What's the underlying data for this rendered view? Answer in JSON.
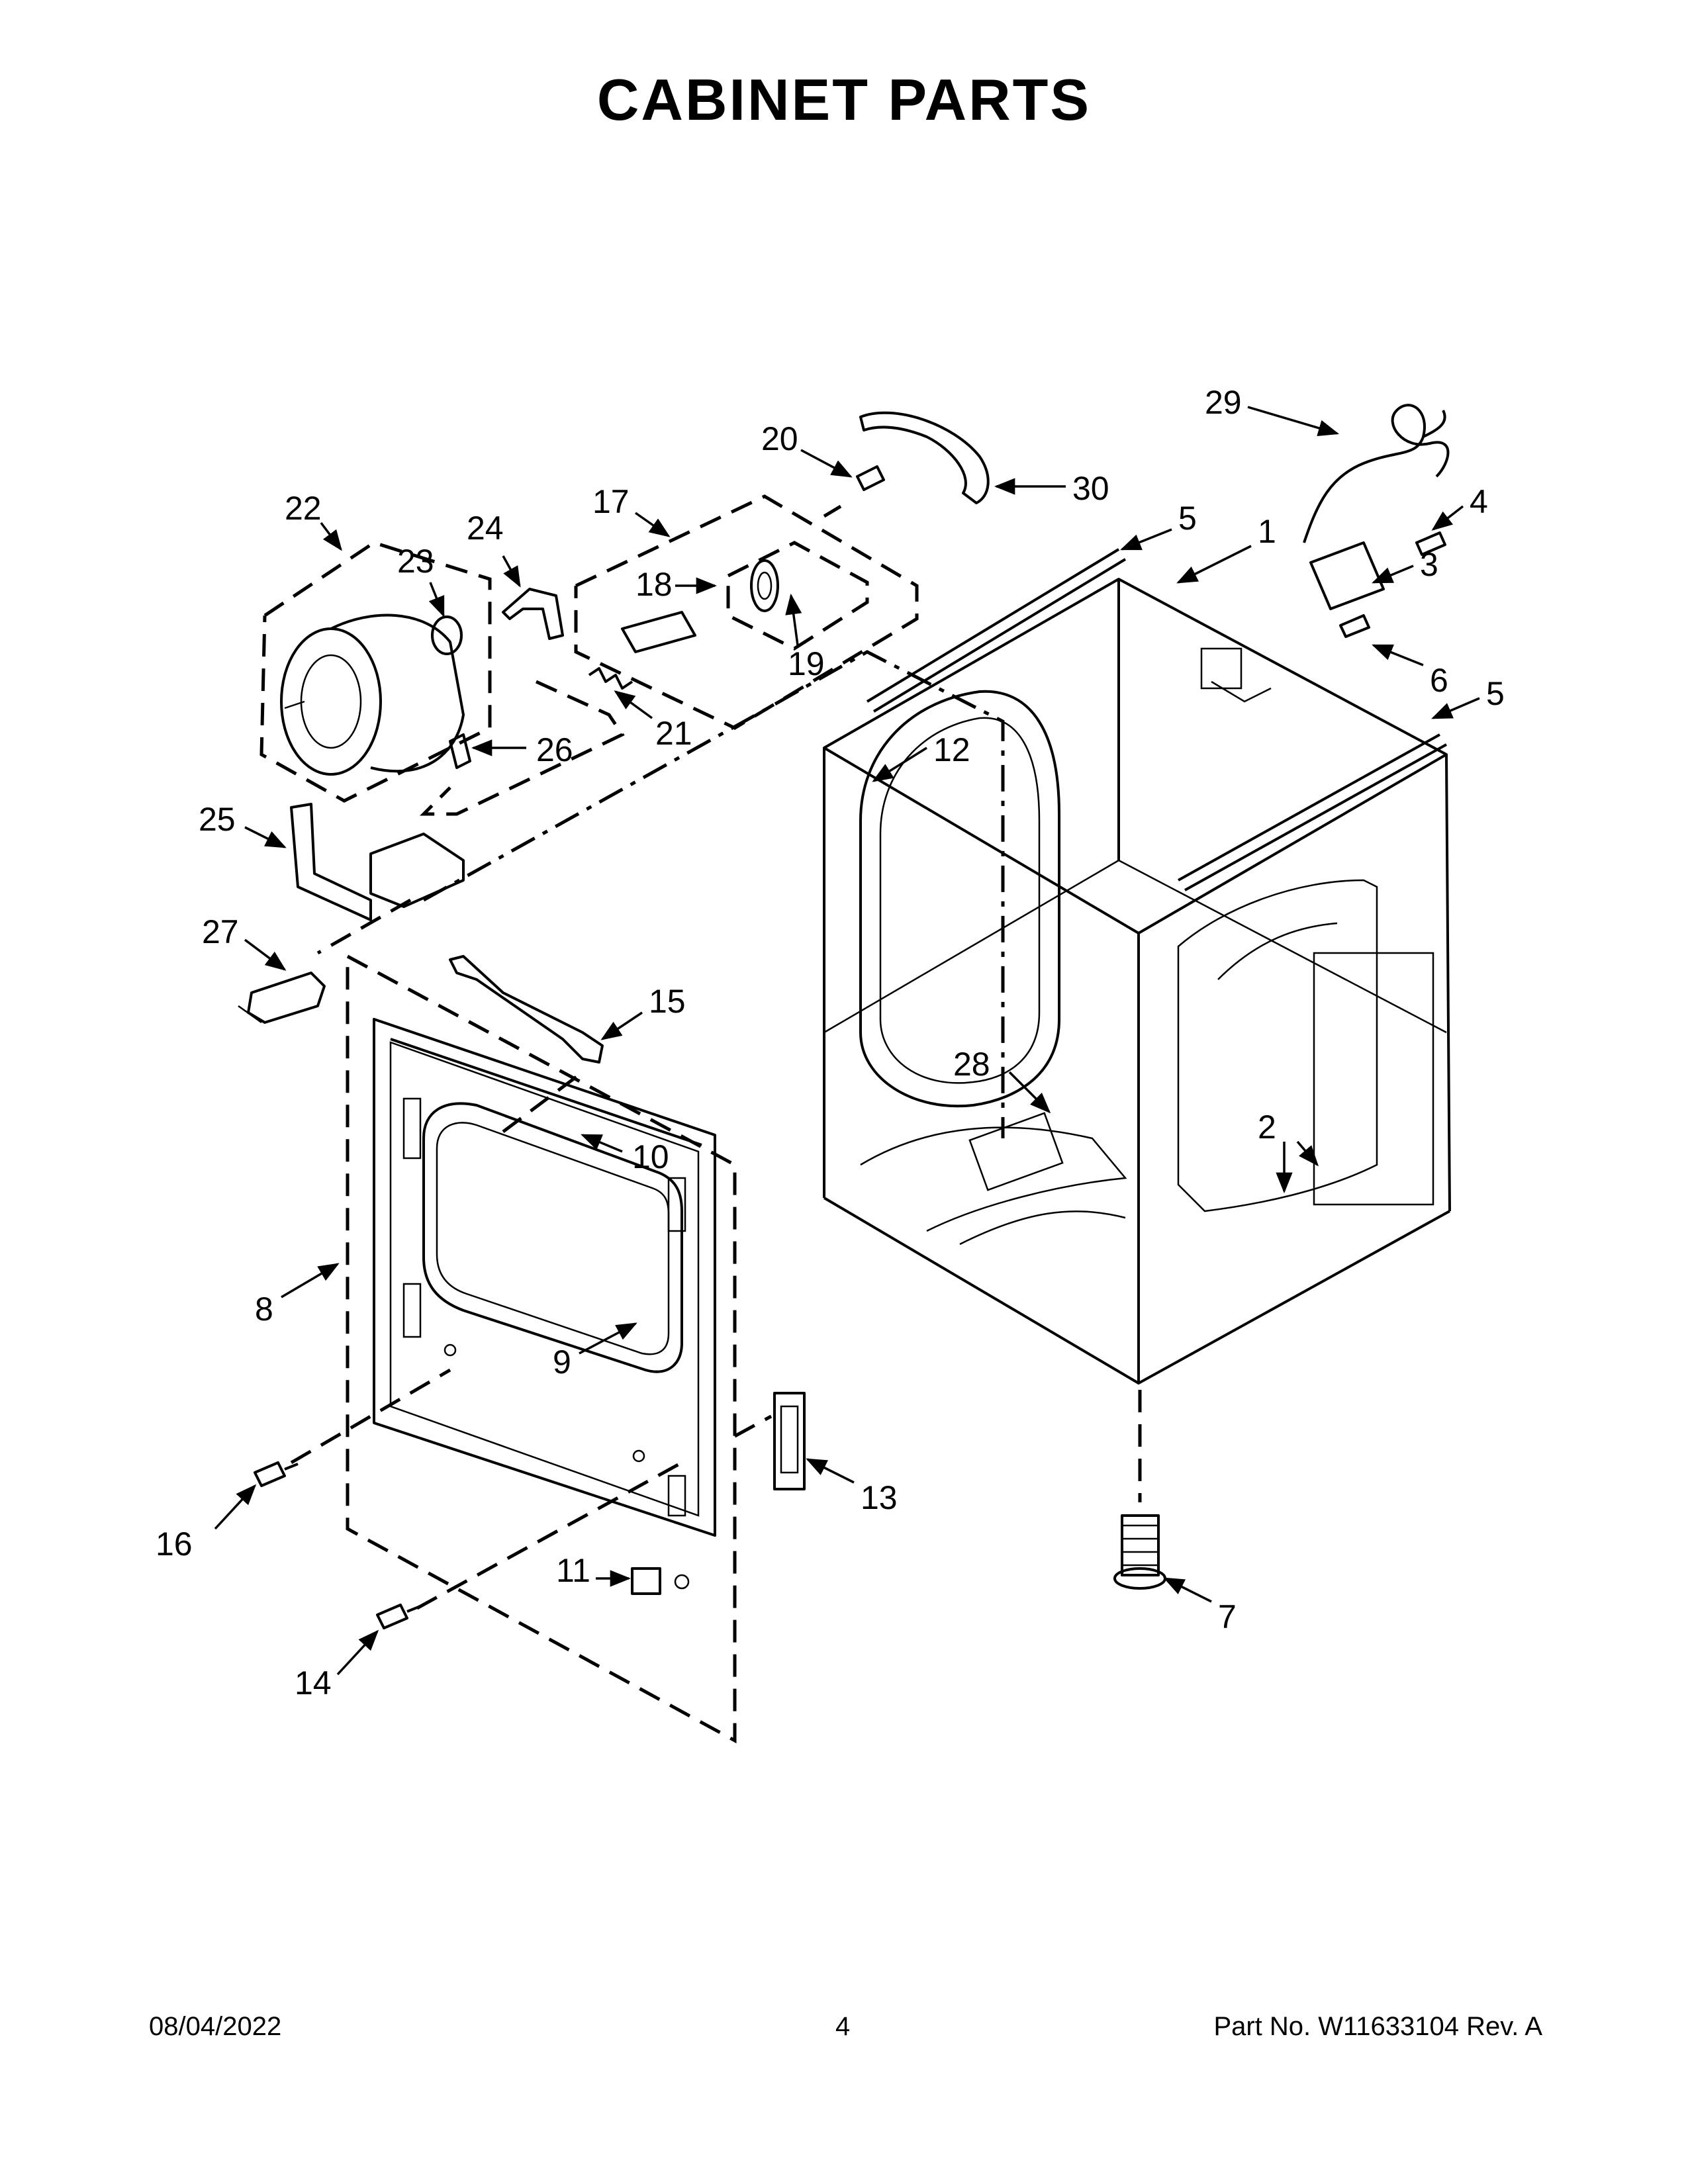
{
  "title": "CABINET PARTS",
  "footer": {
    "date": "08/04/2022",
    "page": "4",
    "part_no": "Part No.  W11633104  Rev.  A"
  },
  "callouts": [
    "1",
    "2",
    "3",
    "4",
    "5",
    "5",
    "6",
    "7",
    "8",
    "9",
    "10",
    "11",
    "12",
    "13",
    "14",
    "15",
    "16",
    "17",
    "18",
    "19",
    "20",
    "21",
    "22",
    "23",
    "24",
    "25",
    "26",
    "27",
    "28",
    "29",
    "30"
  ]
}
